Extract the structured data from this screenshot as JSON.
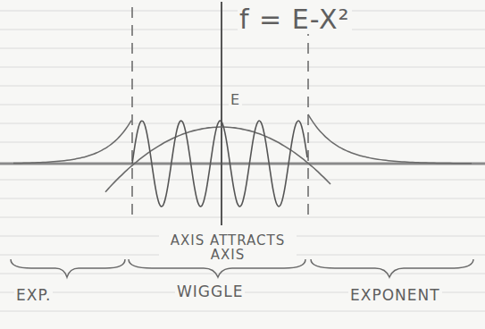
{
  "diagram": {
    "labels": [
      "f = E-X²",
      "E",
      "AXIS ATTRACTS AXIS",
      "EXP.",
      "WIGGLE",
      "EXPONENT"
    ]
  }
}
